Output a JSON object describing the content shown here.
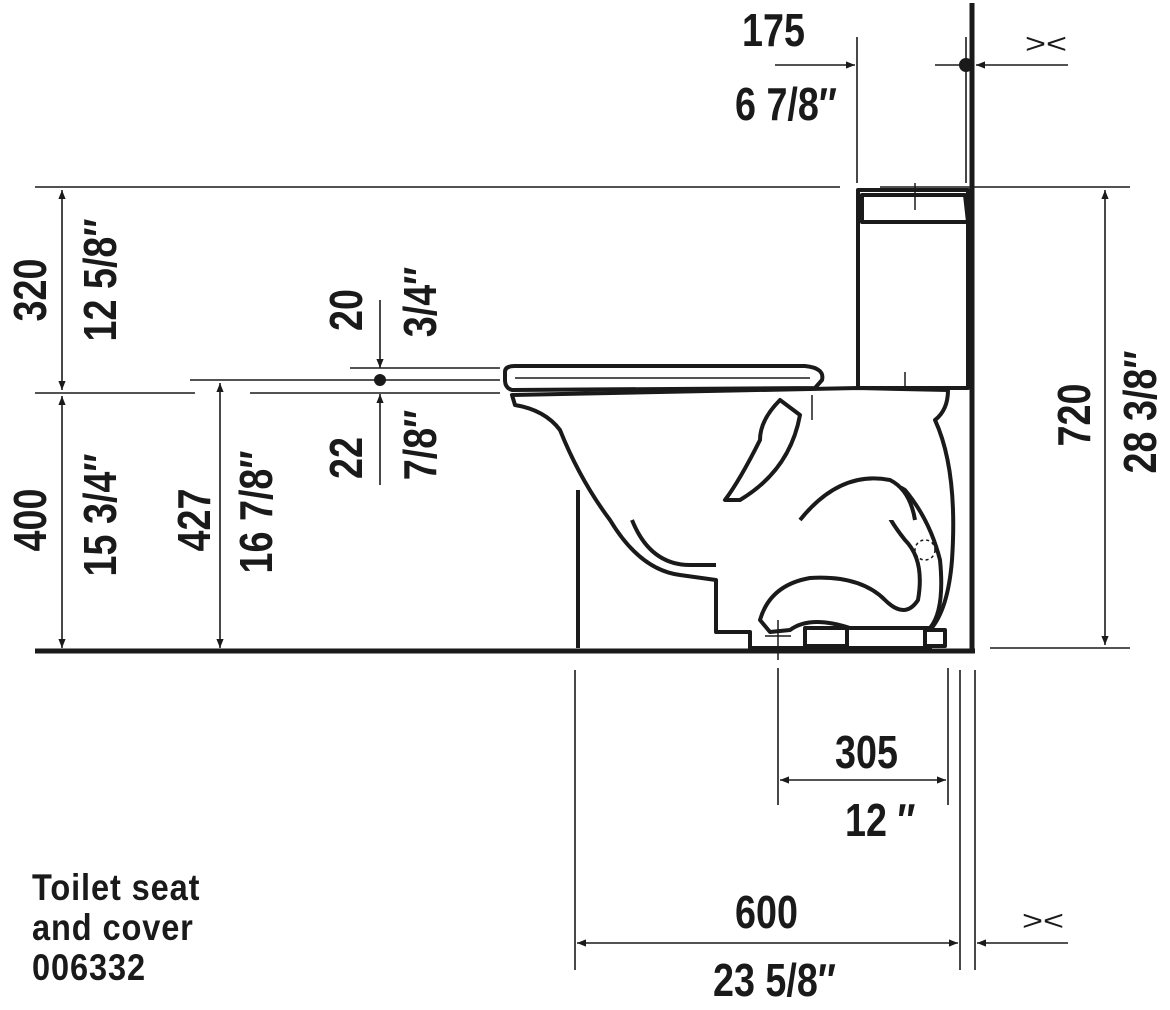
{
  "dimensions": {
    "wall_to_tank": {
      "mm": "175",
      "inch": "6 7/8″"
    },
    "tank_height_above_seat": {
      "mm": "320",
      "inch": "12 5/8″"
    },
    "seat_height": {
      "mm": "400",
      "inch": "15 3/4″"
    },
    "seat_height_with_seat": {
      "mm": "427",
      "inch": "16 7/8″"
    },
    "seat_offset_up": {
      "mm": "20",
      "inch": "3/4″"
    },
    "seat_offset_down": {
      "mm": "22",
      "inch": "7/8″"
    },
    "total_height": {
      "mm": "720",
      "inch": "28 3/8″"
    },
    "rough_in": {
      "mm": "305",
      "inch": "12 ″"
    },
    "total_depth": {
      "mm": "600",
      "inch": "23 5/8″"
    },
    "wall_gap_symbol": "><"
  },
  "note": {
    "line1": "Toilet seat",
    "line2": "and cover",
    "line3": "006332"
  }
}
